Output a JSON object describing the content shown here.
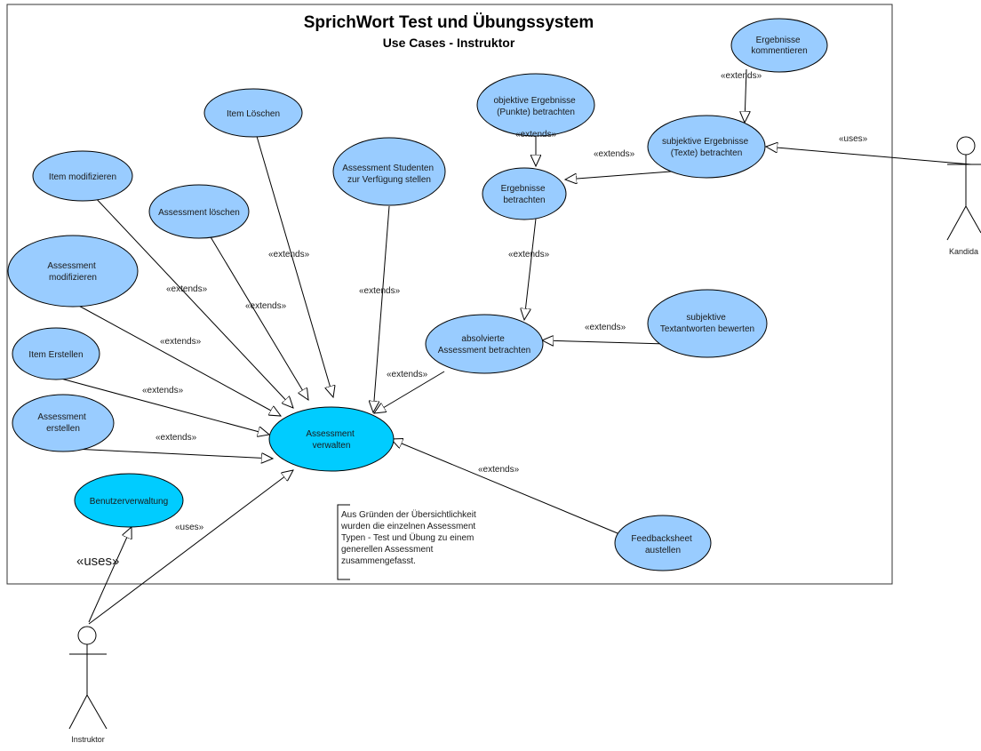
{
  "title": "SprichWort Test und Übungssystem",
  "subtitle": "Use Cases - Instruktor",
  "colors": {
    "usecase_fill": "#99ccff",
    "highlight_fill": "#00ccff",
    "stroke": "#000000",
    "background": "#ffffff"
  },
  "actors": {
    "instruktor": "Instruktor",
    "kandidat": "Kandida"
  },
  "usecases": {
    "item_loeschen": [
      "Item Löschen"
    ],
    "item_modifizieren": [
      "Item modifizieren"
    ],
    "assessment_loeschen": [
      "Assessment löschen"
    ],
    "assessment_studenten": [
      "Assessment Studenten",
      "zur Verfügung stellen"
    ],
    "assessment_modifizieren": [
      "Assessment",
      "modifizieren"
    ],
    "item_erstellen": [
      "Item Erstellen"
    ],
    "assessment_erstellen": [
      "Assessment",
      "erstellen"
    ],
    "benutzerverwaltung": [
      "Benutzerverwaltung"
    ],
    "assessment_verwalten": [
      "Assessment",
      "verwalten"
    ],
    "absolvierte": [
      "absolvierte",
      "Assessment betrachten"
    ],
    "ergebnisse_betrachten": [
      "Ergebnisse",
      "betrachten"
    ],
    "objektive": [
      "objektive Ergebnisse",
      "(Punkte) betrachten"
    ],
    "subjektive_ergebnisse": [
      "subjektive Ergebnisse",
      "(Texte) betrachten"
    ],
    "ergebnisse_kommentieren": [
      "Ergebnisse",
      "kommentieren"
    ],
    "subjektive_bewerten": [
      "subjektive",
      "Textantworten bewerten"
    ],
    "feedbacksheet": [
      "Feedbacksheet",
      "austellen"
    ]
  },
  "relations": {
    "extends": "«extends»",
    "uses": "«uses»",
    "uses_large": "«uses»"
  },
  "note": [
    "Aus Gründen der Übersichtlichkeit",
    "wurden die einzelnen Assessment",
    "Typen - Test und Übung zu einem",
    "generellen Assessment",
    "zusammengefasst."
  ]
}
